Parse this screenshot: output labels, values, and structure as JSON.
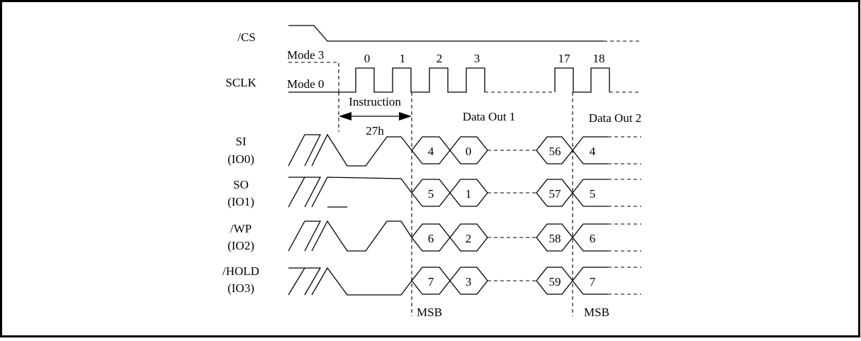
{
  "signals": [
    {
      "name": "/CS",
      "io": ""
    },
    {
      "name": "SCLK",
      "io": ""
    },
    {
      "name": "SI",
      "io": "(IO0)"
    },
    {
      "name": "SO",
      "io": "(IO1)"
    },
    {
      "name": "/WP",
      "io": "(IO2)"
    },
    {
      "name": "/HOLD",
      "io": "(IO3)"
    }
  ],
  "modes": {
    "mode3": "Mode 3",
    "mode0": "Mode 0"
  },
  "clock_numbers": [
    "0",
    "1",
    "2",
    "3",
    "17",
    "18"
  ],
  "labels": {
    "instruction": "Instruction",
    "instruction_code": "27h",
    "data_out_1": "Data Out 1",
    "data_out_2": "Data Out 2",
    "msb": "MSB"
  },
  "data_bits": {
    "io0": [
      "4",
      "0",
      "56",
      "4"
    ],
    "io1": [
      "5",
      "1",
      "57",
      "5"
    ],
    "io2": [
      "6",
      "2",
      "58",
      "6"
    ],
    "io3": [
      "7",
      "3",
      "59",
      "7"
    ]
  }
}
